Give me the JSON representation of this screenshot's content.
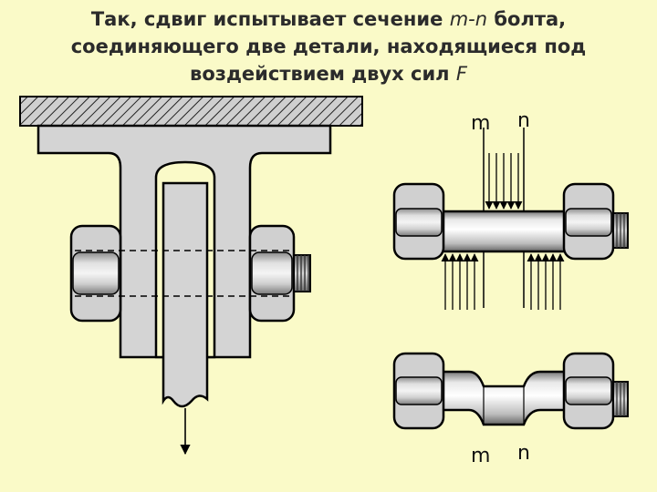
{
  "title": {
    "line1_before": "Так, сдвиг испытывает сечение ",
    "line1_italic": "m-n",
    "line1_after": " болта,",
    "line2": "соединяющего две детали, находящиеся под",
    "line3_before": "воздействием двух сил ",
    "line3_italic": "F"
  },
  "labels": {
    "top_m": "m",
    "top_n": "n",
    "bottom_m": "m",
    "bottom_n": "n"
  },
  "colors": {
    "background": "#fafac8",
    "metal": "#d4d4d4",
    "metal_dark": "#9a9a9a",
    "outline": "#000000"
  }
}
